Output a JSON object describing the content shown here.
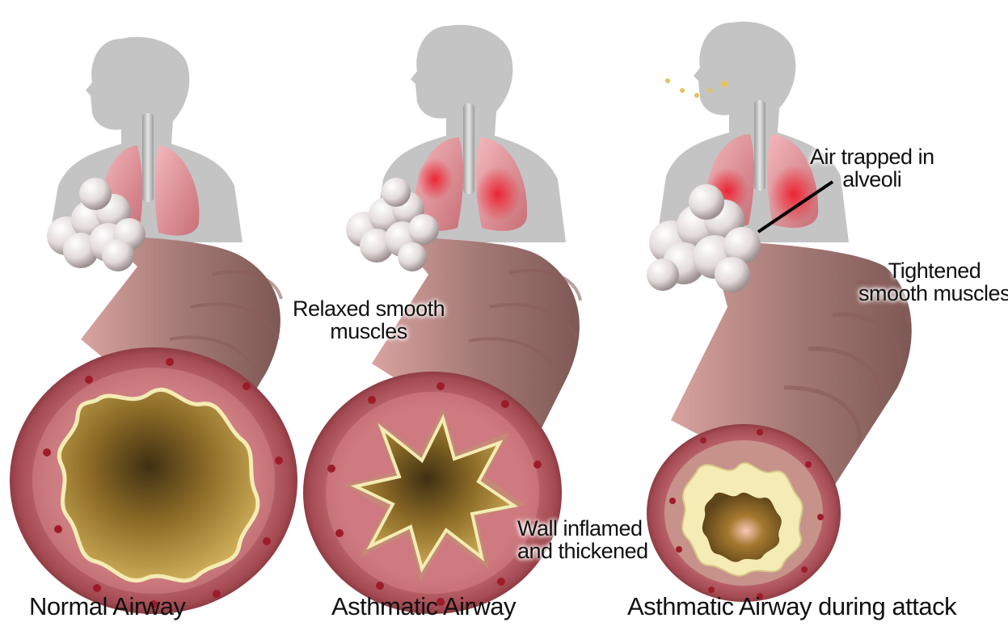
{
  "captions": {
    "normal": "Normal Airway",
    "asthmatic": "Asthmatic Airway",
    "attack": "Asthmatic Airway during attack"
  },
  "annotations": {
    "relaxed_line1": "Relaxed smooth",
    "relaxed_line2": "muscles",
    "air_trapped_line1": "Air trapped in",
    "air_trapped_line2": "alveoli",
    "tightened_line1": "Tightened",
    "tightened_line2": "smooth muscles",
    "wall_line1": "Wall inflamed",
    "wall_line2": "and thickened"
  },
  "colors": {
    "silhouette": "#c4c4c4",
    "lung": "#e9a1a6",
    "lung_inflamed": "#e23a44",
    "trachea": "#b9b9b9",
    "airway_wall": "#c97478",
    "airway_ring": "#b4807a",
    "alveoli": "#dfd9d9",
    "lumen": "#c49a3f",
    "lining": "#f4ecb4",
    "vessel_dot": "#9e1c2a",
    "allergen": "#e8c15a"
  },
  "icons": [
    "human-silhouette-icon",
    "lungs-icon",
    "alveoli-cluster-icon",
    "airway-cross-section-icon",
    "allergen-particle-icon"
  ]
}
